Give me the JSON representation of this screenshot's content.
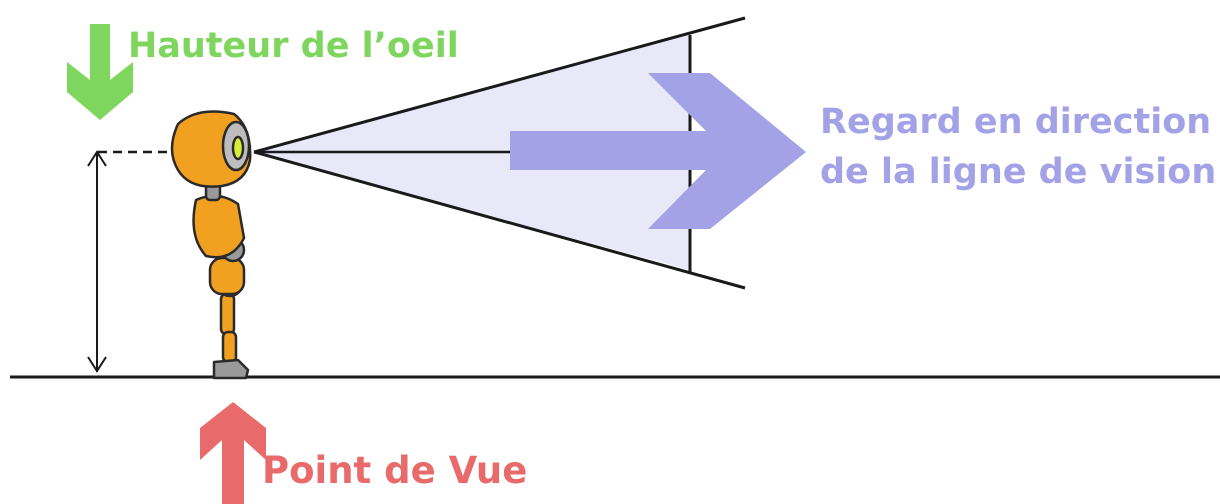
{
  "labels": {
    "eye_height": "Hauteur de l’oeil",
    "gaze_line1": "Regard en direction",
    "gaze_line2": "de la ligne de vision",
    "point_of_view": "Point de Vue"
  },
  "colors": {
    "eye_height": "#7fd65f",
    "gaze": "#a3a2e6",
    "point_of_view": "#e96a6a",
    "frustum_fill": "#e8e8f9",
    "line": "#1a1a1a",
    "robot_orange": "#f2a01f",
    "robot_gray": "#9a9a9a"
  },
  "icons": [
    "down-arrow-icon",
    "up-arrow-icon",
    "gaze-arrow-icon",
    "robot-figure"
  ]
}
